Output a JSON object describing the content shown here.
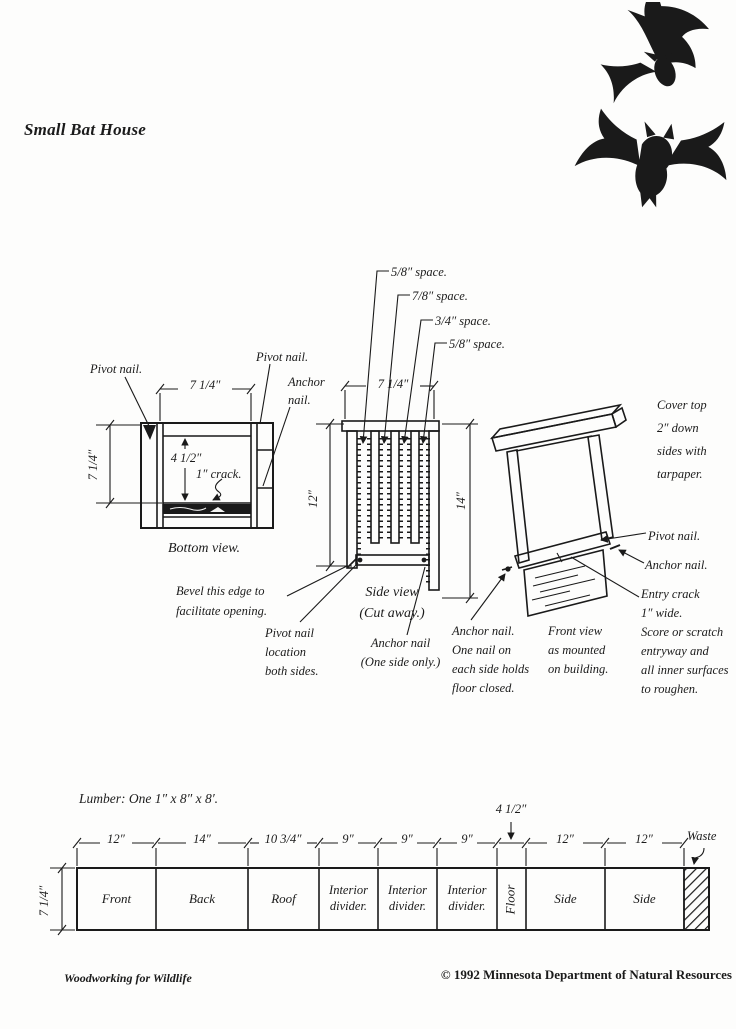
{
  "header": {
    "title": "Small Bat House"
  },
  "bottom_view": {
    "caption": "Bottom  view.",
    "pivot_nail_left": "Pivot nail.",
    "pivot_nail_right": "Pivot nail.",
    "anchor_nail": "Anchor\nnail.",
    "width_dim": "7 1/4″",
    "height_dim": "7 1/4″",
    "inner_dim": "4 1/2″",
    "crack_label": "1″ crack."
  },
  "side_view": {
    "caption": "Side view\n(Cut away.)",
    "space_labels": [
      "5/8″ space.",
      "7/8″ space.",
      "3/4″ space.",
      "5/8″ space."
    ],
    "width_dim": "7 1/4″",
    "front_height_dim": "12″",
    "back_height_dim": "14″",
    "bevel_note": "Bevel this edge to\nfacilitate opening.",
    "pivot_note": "Pivot nail\nlocation\nboth sides.",
    "anchor_note": "Anchor nail\n(One side only.)"
  },
  "front_view": {
    "caption": "Front view\nas mounted\non building.",
    "tarpaper_note": "Cover top\n2″ down\nsides with\ntarpaper.",
    "pivot_nail": "Pivot nail.",
    "anchor_nail": "Anchor nail.",
    "entry_crack_note": "Entry crack\n1″ wide.",
    "score_note": "Score or scratch\nentryway and\nall inner surfaces\nto roughen.",
    "anchor_note": "Anchor nail.\nOne nail on\neach side holds\nfloor closed."
  },
  "lumber": {
    "title": "Lumber: One 1″ x 8″ x 8′.",
    "board_height_dim": "7 1/4″",
    "waste_label": "Waste",
    "pieces": [
      {
        "label": "Front",
        "width": "12″"
      },
      {
        "label": "Back",
        "width": "14″"
      },
      {
        "label": "Roof",
        "width": "10 3/4″"
      },
      {
        "label": "Interior\ndivider.",
        "width": "9″"
      },
      {
        "label": "Interior\ndivider.",
        "width": "9″"
      },
      {
        "label": "Interior\ndivider.",
        "width": "9″"
      },
      {
        "label": "Floor",
        "width": "4 1/2″"
      },
      {
        "label": "Side",
        "width": "12″"
      },
      {
        "label": "Side",
        "width": "12″"
      }
    ]
  },
  "footer": {
    "left": "Woodworking for Wildlife",
    "right": "© 1992 Minnesota Department of Natural Resources"
  }
}
